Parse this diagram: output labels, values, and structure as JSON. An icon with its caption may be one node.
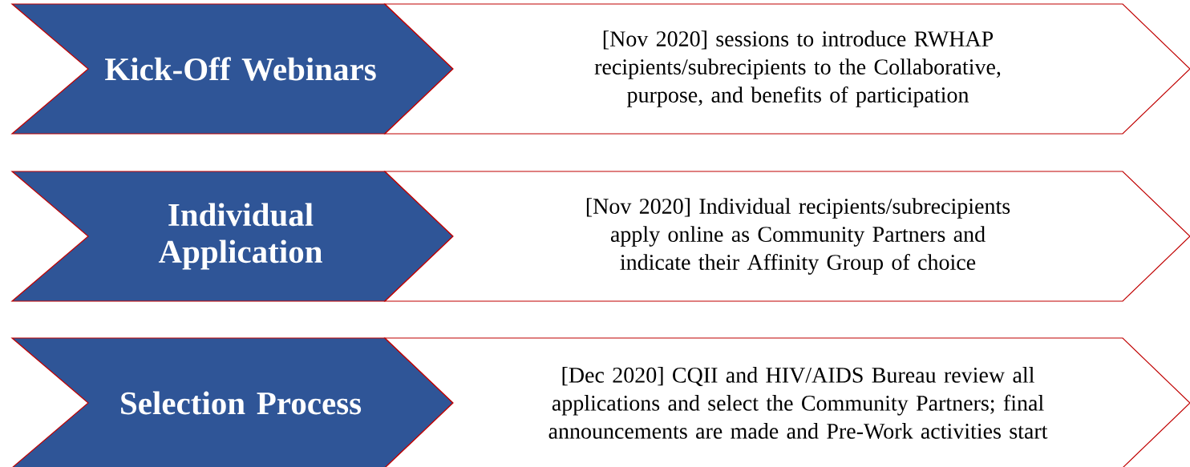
{
  "diagram": {
    "nodes": [
      {
        "text": [
          "Kick-Off Webinars"
        ]
      },
      {
        "text": [
          "[Nov 2020] sessions to introduce RWHAP recipients/subrecipients to the Collaborative, purpose, and benefits of participation"
        ]
      },
      {
        "text": [
          "Individual Application"
        ]
      },
      {
        "text": [
          "[Nov 2020] Individual recipients/subrecipients apply online as Community Partners and indicate their Affinity Group of choice"
        ]
      },
      {
        "text": [
          "Selection Process"
        ]
      },
      {
        "text": [
          "[Dec 2020] CQII and HIV/AIDS Bureau review all applications and select the Community Partners; final announcements are made and Pre-Work activities start"
        ]
      }
    ]
  }
}
